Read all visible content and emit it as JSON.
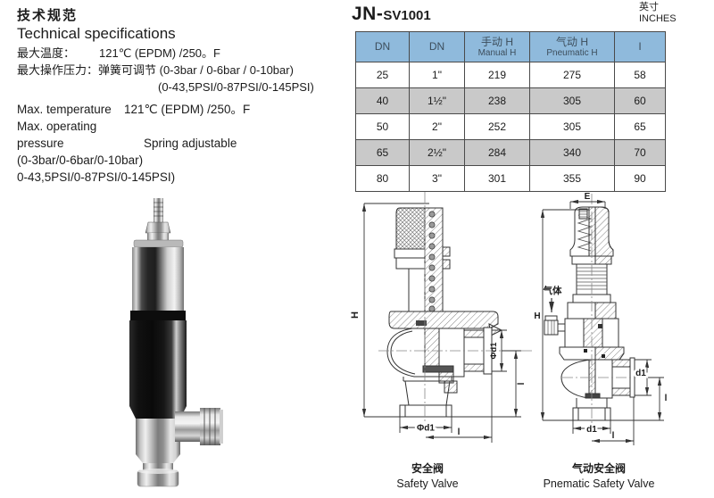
{
  "page": {
    "title_zh": "技术规范",
    "title_en": "Technical specifications",
    "model_prefix": "JN-",
    "model_code": "SV1001",
    "units_label_zh": "英寸",
    "units_label_en": "INCHES"
  },
  "specs_zh": {
    "max_temp_label": "最大温度：",
    "max_temp_value": "121℃ (EPDM) /250。F",
    "max_pressure_label": "最大操作压力：",
    "max_pressure_value": "弹簧可调节  (0-3bar / 0-6bar / 0-10bar)",
    "max_pressure_value2": "(0-43,5PSI/0-87PSI/0-145PSI)"
  },
  "specs_en": {
    "max_temp_label": "Max. temperature",
    "max_temp_value": "121℃ (EPDM) /250。F",
    "max_pressure_label": "Max. operating pressure",
    "max_pressure_value": "Spring adjustable",
    "pressure_bar": "(0-3bar/0-6bar/0-10bar)",
    "pressure_psi": "0-43,5PSI/0-87PSI/0-145PSI)"
  },
  "table": {
    "headers": [
      {
        "zh": "DN",
        "en": ""
      },
      {
        "zh": "DN",
        "en": ""
      },
      {
        "zh": "手动 H",
        "en": "Manual H"
      },
      {
        "zh": "气动 H",
        "en": "Pneumatic H"
      },
      {
        "zh": "I",
        "en": ""
      }
    ],
    "rows": [
      {
        "dn": "25",
        "size": "1\"",
        "manual_h": "219",
        "pneumatic_h": "275",
        "i": "58"
      },
      {
        "dn": "40",
        "size": "1½\"",
        "manual_h": "238",
        "pneumatic_h": "305",
        "i": "60"
      },
      {
        "dn": "50",
        "size": "2\"",
        "manual_h": "252",
        "pneumatic_h": "305",
        "i": "65"
      },
      {
        "dn": "65",
        "size": "2½\"",
        "manual_h": "284",
        "pneumatic_h": "340",
        "i": "70"
      },
      {
        "dn": "80",
        "size": "3\"",
        "manual_h": "301",
        "pneumatic_h": "355",
        "i": "90"
      }
    ]
  },
  "drawing_manual": {
    "caption_zh": "安全阀",
    "caption_en": "Safety Valve",
    "dim_height": "H",
    "dim_outlet_dia": "Φd1",
    "dim_outlet_len": "l",
    "dim_bottom_dia": "Φd1",
    "dim_bottom_len": "l"
  },
  "drawing_pneumatic": {
    "caption_zh": "气动安全阀",
    "caption_en": "Pnematic Safety Valve",
    "dim_top_width": "E",
    "dim_height": "H",
    "gas_label": "气体",
    "dim_outlet_dia": "d1",
    "dim_outlet_len": "l",
    "dim_bottom_dia": "d1",
    "dim_bottom_len": "l"
  },
  "colors": {
    "table_header_bg": "#8fbadc",
    "table_alt_row_bg": "#c9c9c9",
    "table_border": "#4a4a4a",
    "text": "#1c1c1c"
  }
}
